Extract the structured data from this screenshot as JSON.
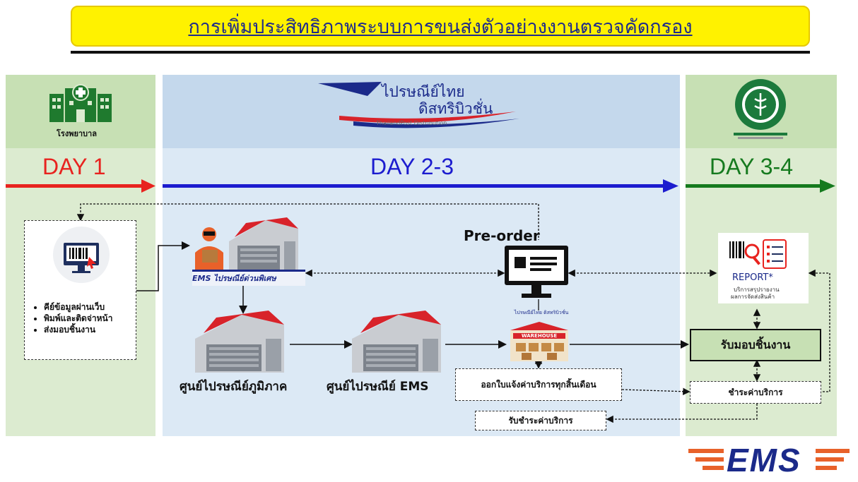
{
  "title": "การเพิ่มประสิทธิภาพระบบการขนส่งตัวอย่างงานตรวจคัดกรอง",
  "zones": {
    "hospital": {
      "label": "โรงพยาบาล",
      "day": "DAY 1",
      "color": "#e8231f"
    },
    "post": {
      "logo_line1": "ไปรษณีย์ไทย",
      "logo_line2": "ดิสทริบิวชั่น",
      "logo_sub": "ThailandPost Distribution",
      "day": "DAY 2-3",
      "color": "#1c1ccf"
    },
    "dmsc": {
      "day": "DAY 3-4",
      "color": "#157a1e"
    }
  },
  "hospital_tasks": [
    "คีย์ข้อมูลผ่านเว็บ",
    "พิมพ์และติดจ่าหน้า",
    "ส่งมอบชิ้นงาน"
  ],
  "ems_van_text": "EMS ไปรษณีย์ด่วนพิเศษ",
  "regional_center": "ศูนย์ไปรษณีย์ภูมิภาค",
  "ems_center": "ศูนย์ไปรษณีย์ EMS",
  "preorder": "Pre-order",
  "warehouse": {
    "sign": "WAREHOUSE",
    "logo": "ไปรษณีย์ไทย ดิสทริบิวชั่น"
  },
  "report": {
    "title": "REPORT*",
    "line1": "บริการสรุปรายงาน",
    "line2": "ผลการจัดส่งสินค้า"
  },
  "receive_box": "รับมอบชิ้นงาน",
  "invoice_box": "ออกใบแจ้งค่าบริการทุกสิ้นเดือน",
  "pay_box": "ชำระค่าบริการ",
  "receive_payment_box": "รับชำระค่าบริการ",
  "ems_logo": "EMS",
  "icons": [
    "hospital-icon",
    "computer-barcode-icon",
    "courier-icon",
    "post-building-icon",
    "monitor-icon",
    "warehouse-icon",
    "report-icon",
    "moph-seal-icon",
    "ems-logo"
  ]
}
